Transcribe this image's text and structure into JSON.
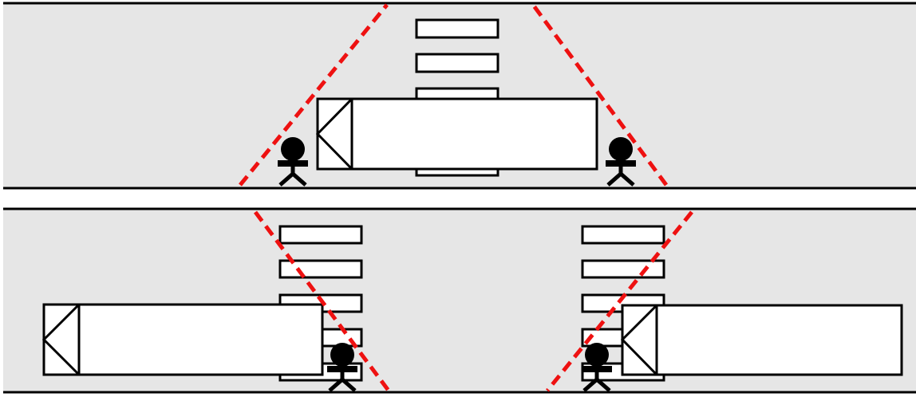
{
  "colors": {
    "road": "#e6e6e6",
    "line": "#000000",
    "sightline": "#ee1111",
    "stripe": "#ffffff",
    "truck": "#ffffff"
  },
  "scenes": [
    {
      "name": "scene-top",
      "crosswalks": 1,
      "trucks": 1,
      "pedestrians": 2,
      "sight_lines": 2
    },
    {
      "name": "scene-bottom",
      "crosswalks": 2,
      "trucks": 2,
      "pedestrians": 2,
      "sight_lines": 2
    }
  ]
}
